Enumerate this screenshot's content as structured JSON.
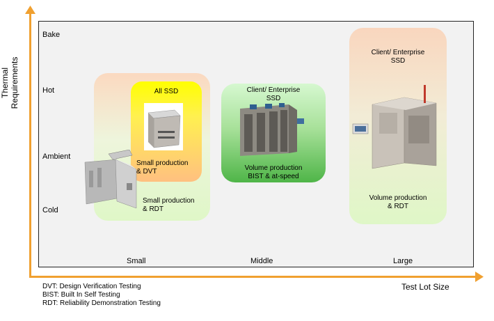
{
  "axes": {
    "y_title": "Thermal Requirements",
    "x_title": "Test Lot Size",
    "y_levels": [
      "Bake",
      "Hot",
      "Ambient",
      "Cold"
    ],
    "x_levels": [
      "Small",
      "Middle",
      "Large"
    ],
    "accent_color": "#f0a030"
  },
  "boxes": {
    "all_ssd": {
      "title": "All SSD",
      "desc": "Small production\n& DVT"
    },
    "small_rdt": {
      "desc": "Small production\n& RDT"
    },
    "middle": {
      "title": "Client/ Enterprise\nSSD",
      "desc": "Volume production\nBIST & at-speed"
    },
    "large": {
      "title": "Client/ Enterprise\nSSD",
      "desc": "Volume production\n& RDT"
    }
  },
  "legend": [
    "DVT: Design Verification Testing",
    "BIST: Built In Self Testing",
    "RDT: Reliability Demonstration Testing"
  ]
}
